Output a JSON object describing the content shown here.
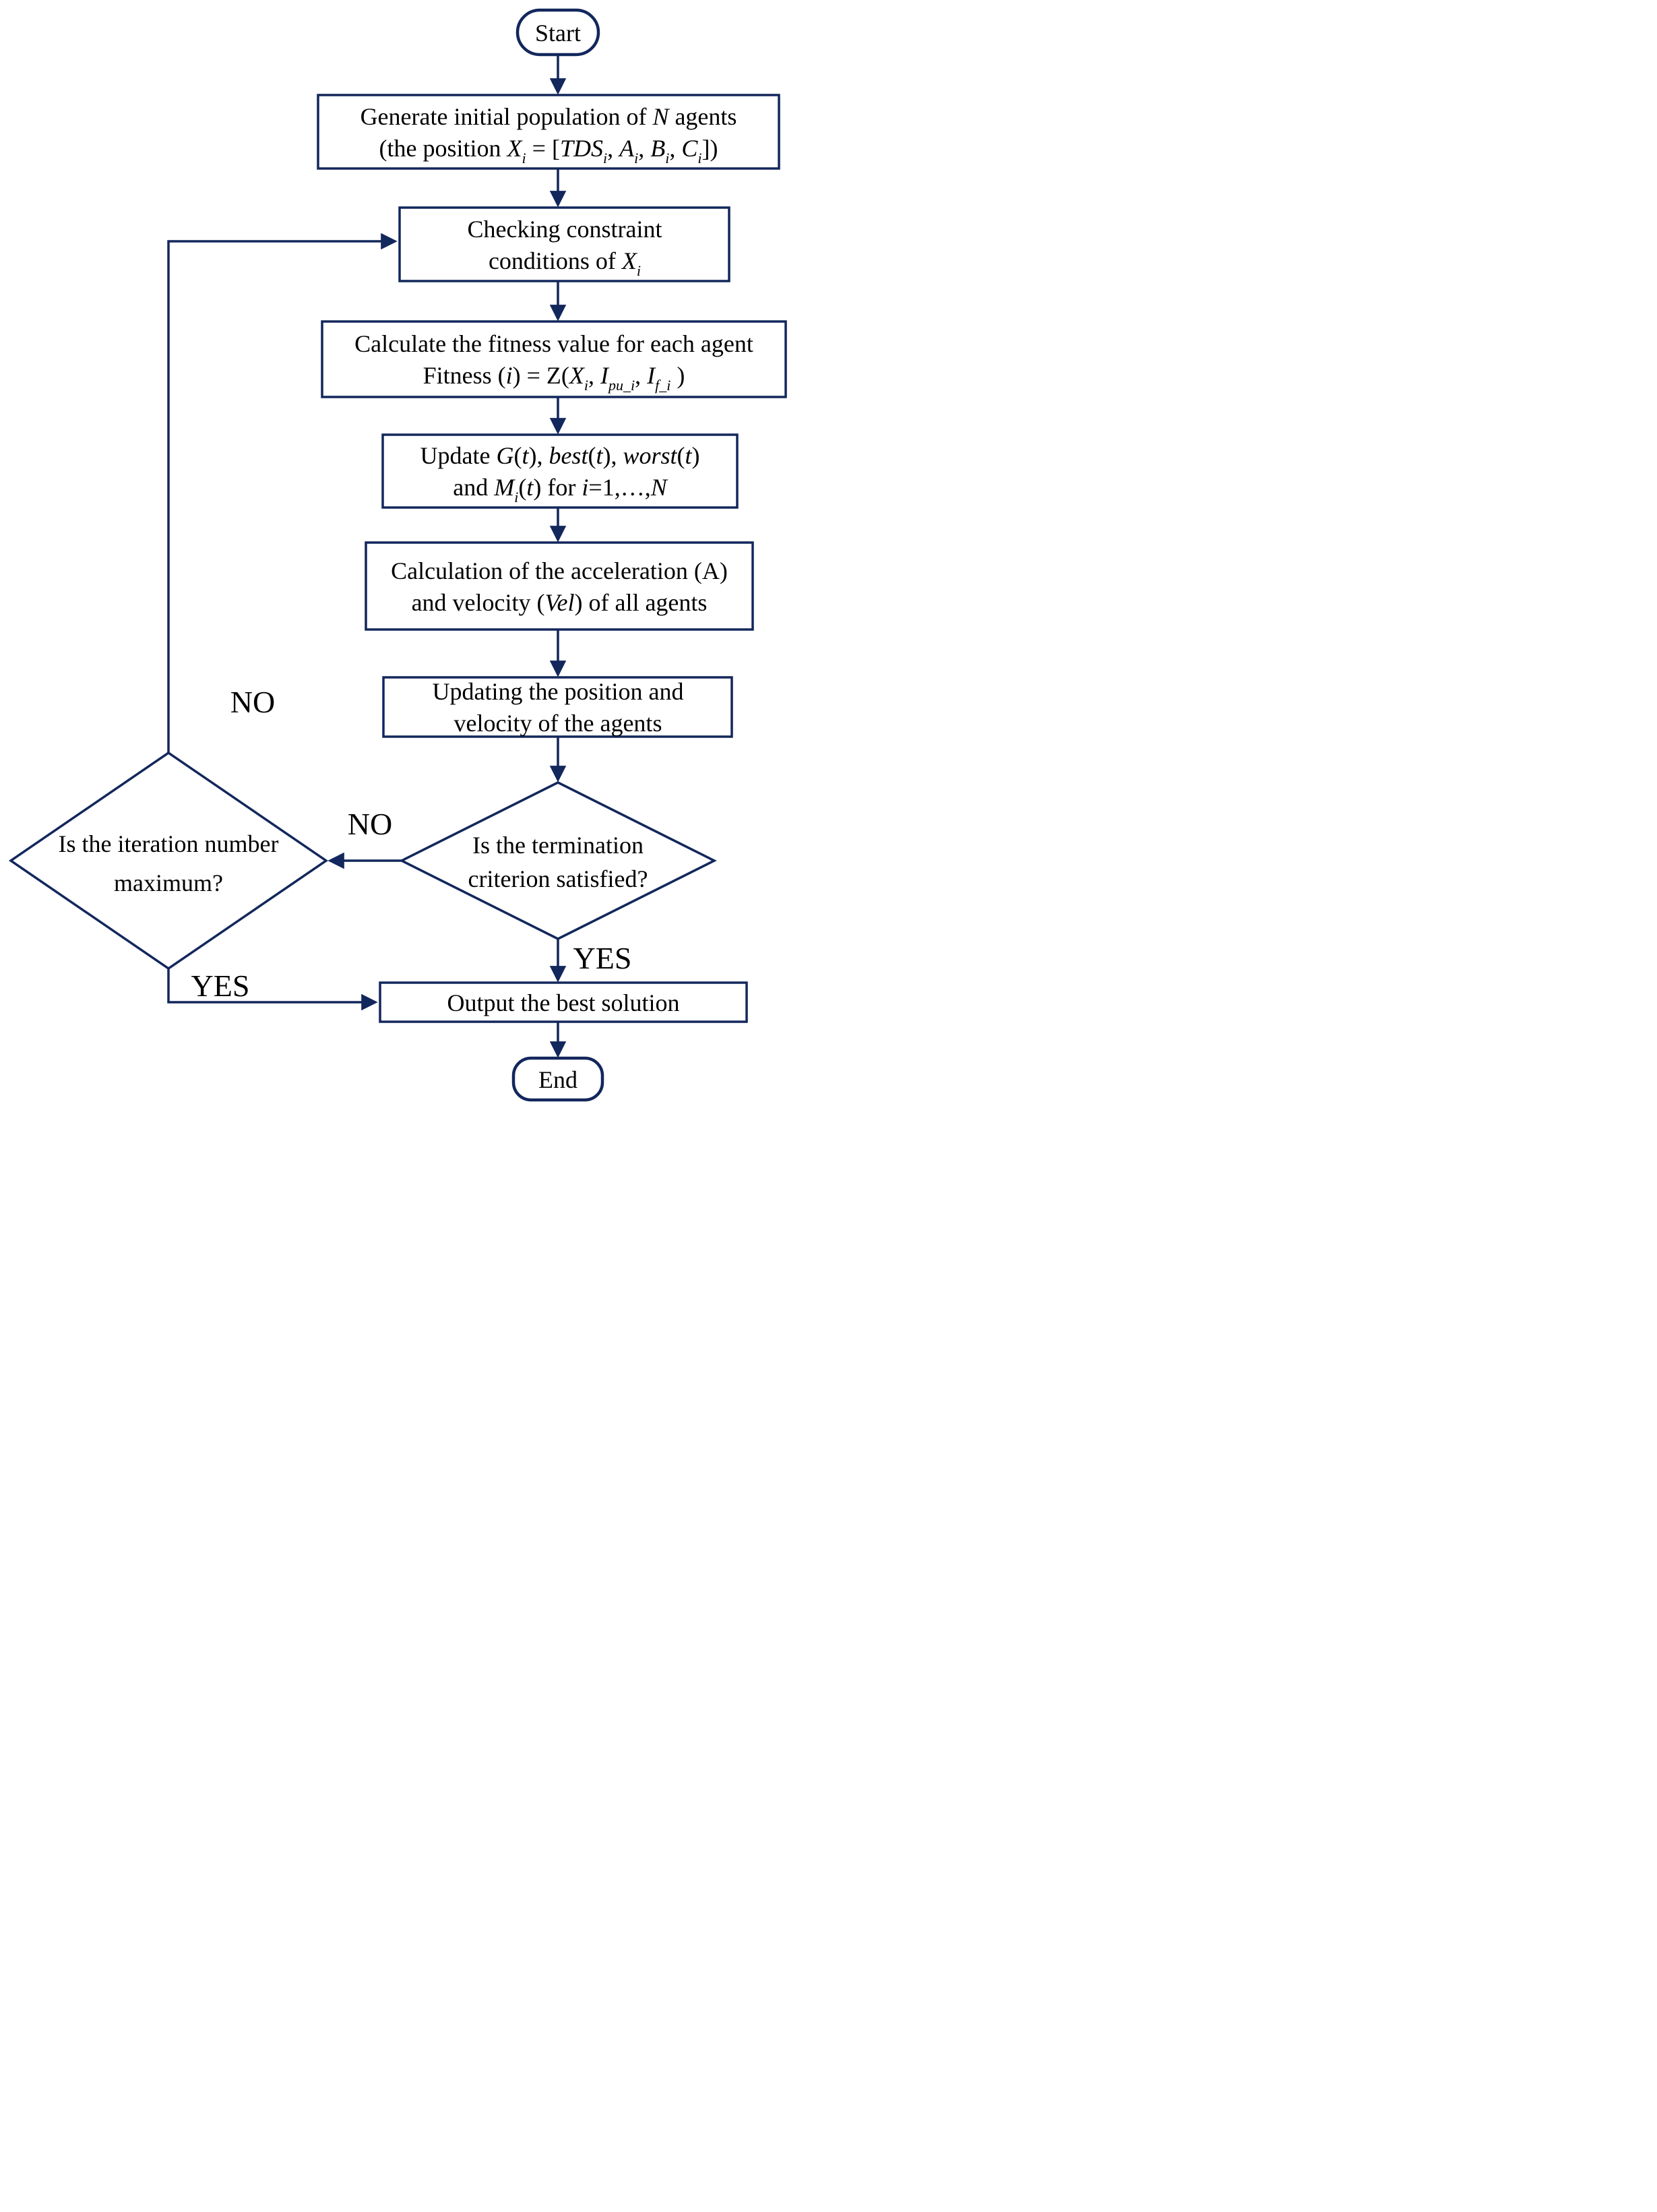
{
  "diagram": {
    "type": "flowchart",
    "colors": {
      "line": "#12275c",
      "text": "#000000",
      "background": "#ffffff"
    },
    "nodes": {
      "start": {
        "shape": "stadium",
        "label": "Start"
      },
      "generate": {
        "shape": "process",
        "lines": [
          [
            {
              "t": "Generate initial population of "
            },
            {
              "t": "N",
              "i": true
            },
            {
              "t": " agents"
            }
          ],
          [
            {
              "t": "(the position "
            },
            {
              "t": "X",
              "i": true
            },
            {
              "t": "i",
              "i": true,
              "sub": true
            },
            {
              "t": " = ["
            },
            {
              "t": "TDS",
              "i": true
            },
            {
              "t": "i",
              "i": true,
              "sub": true
            },
            {
              "t": ", "
            },
            {
              "t": "A",
              "i": true
            },
            {
              "t": "i",
              "i": true,
              "sub": true
            },
            {
              "t": ", "
            },
            {
              "t": "B",
              "i": true
            },
            {
              "t": "i",
              "i": true,
              "sub": true
            },
            {
              "t": ", "
            },
            {
              "t": "C",
              "i": true
            },
            {
              "t": "i",
              "i": true,
              "sub": true
            },
            {
              "t": "])"
            }
          ]
        ]
      },
      "checking": {
        "shape": "process",
        "lines": [
          [
            {
              "t": "Checking constraint"
            }
          ],
          [
            {
              "t": "conditions of "
            },
            {
              "t": "X",
              "i": true
            },
            {
              "t": "i",
              "i": true,
              "sub": true
            }
          ]
        ]
      },
      "fitness": {
        "shape": "process",
        "lines": [
          [
            {
              "t": "Calculate the fitness value for each agent"
            }
          ],
          [
            {
              "t": "Fitness ("
            },
            {
              "t": "i",
              "i": true
            },
            {
              "t": ") = Z("
            },
            {
              "t": "X",
              "i": true
            },
            {
              "t": "i",
              "i": true,
              "sub": true
            },
            {
              "t": ", "
            },
            {
              "t": "I",
              "i": true
            },
            {
              "t": "pu_i",
              "i": true,
              "sub": true
            },
            {
              "t": ", "
            },
            {
              "t": "I",
              "i": true
            },
            {
              "t": "f_i",
              "i": true,
              "sub": true
            },
            {
              "t": " )"
            }
          ]
        ]
      },
      "update": {
        "shape": "process",
        "lines": [
          [
            {
              "t": "Update "
            },
            {
              "t": "G",
              "i": true
            },
            {
              "t": "("
            },
            {
              "t": "t",
              "i": true
            },
            {
              "t": "), "
            },
            {
              "t": "best",
              "i": true
            },
            {
              "t": "("
            },
            {
              "t": "t",
              "i": true
            },
            {
              "t": "), "
            },
            {
              "t": "worst",
              "i": true
            },
            {
              "t": "("
            },
            {
              "t": "t",
              "i": true
            },
            {
              "t": ")"
            }
          ],
          [
            {
              "t": "and "
            },
            {
              "t": "M",
              "i": true
            },
            {
              "t": "i",
              "i": true,
              "sub": true
            },
            {
              "t": "("
            },
            {
              "t": "t",
              "i": true
            },
            {
              "t": ") for "
            },
            {
              "t": "i",
              "i": true
            },
            {
              "t": "=1,…,"
            },
            {
              "t": "N",
              "i": true
            }
          ]
        ]
      },
      "acceleration": {
        "shape": "process",
        "lines": [
          [
            {
              "t": "Calculation of the acceleration (A)"
            }
          ],
          [
            {
              "t": "and velocity ("
            },
            {
              "t": "Vel",
              "i": true
            },
            {
              "t": ") of all agents"
            }
          ]
        ]
      },
      "updating": {
        "shape": "process",
        "lines": [
          [
            {
              "t": "Updating the position and"
            }
          ],
          [
            {
              "t": "velocity of the agents"
            }
          ]
        ]
      },
      "termination": {
        "shape": "decision",
        "lines": [
          [
            {
              "t": "Is the termination"
            }
          ],
          [
            {
              "t": "criterion satisfied?"
            }
          ]
        ]
      },
      "iteration": {
        "shape": "decision",
        "lines": [
          [
            {
              "t": "Is the iteration number"
            }
          ],
          [
            {
              "t": "maximum?"
            }
          ]
        ]
      },
      "output": {
        "shape": "process",
        "label": "Output the best solution"
      },
      "end": {
        "shape": "stadium",
        "label": "End"
      }
    },
    "edge_labels": {
      "termination_no": "NO",
      "termination_yes": "YES",
      "iteration_no": "NO",
      "iteration_yes": "YES"
    }
  }
}
